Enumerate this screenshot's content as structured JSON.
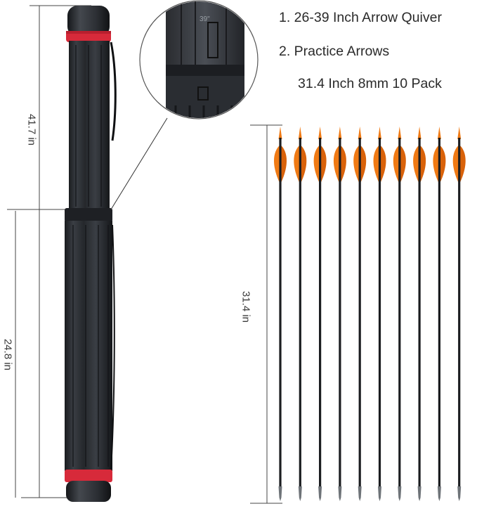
{
  "headline": {
    "item1": "1. 26-39 Inch Arrow Quiver",
    "item2": "2. Practice Arrows",
    "item2_detail": "31.4 Inch 8mm 10 Pack"
  },
  "dimensions": {
    "quiver_total": "41.7 in",
    "quiver_base": "24.8 in",
    "arrow_length": "31.4 in"
  },
  "zoom_inset": {
    "marking": "39\""
  },
  "arrows": {
    "count": 10
  },
  "colors": {
    "quiver_body": "#2c2f33",
    "quiver_band": "#d72a3a",
    "fletching": "#f07a14",
    "shaft": "#1b1d20",
    "dimension_line": "#444444"
  }
}
